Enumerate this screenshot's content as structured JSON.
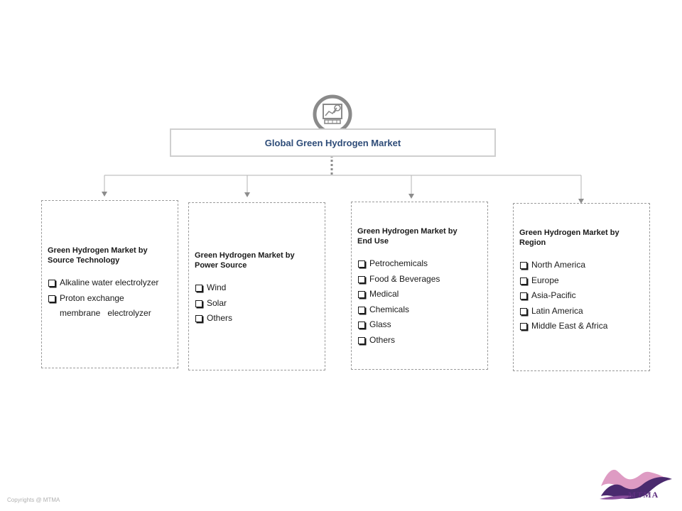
{
  "root": {
    "title": "Global Green Hydrogen Market",
    "icon": "market-analysis-icon"
  },
  "segments": [
    {
      "title": "Green Hydrogen Market by\n Source Technology",
      "items": [
        "Alkaline water electrolyzer",
        "Proton exchange membrane   electrolyzer"
      ]
    },
    {
      "title": "Green Hydrogen Market by\nPower Source",
      "items": [
        "Wind",
        "Solar",
        "Others"
      ]
    },
    {
      "title": "Green Hydrogen Market by\nEnd Use",
      "items": [
        "Petrochemicals",
        "Food & Beverages",
        "Medical",
        "Chemicals",
        "Glass",
        "Others"
      ]
    },
    {
      "title": "Green Hydrogen Market by\nRegion",
      "items": [
        "North America",
        "Europe",
        "Asia-Pacific",
        "Latin America",
        "Middle East & Africa"
      ]
    }
  ],
  "footer": {
    "copyright": "Copyrights @ MTMA",
    "logo_text": "MTMA"
  },
  "colors": {
    "title_blue": "#2e4c78",
    "connector_gray": "#a6a6a6",
    "logo_purple": "#5c2d7e",
    "logo_pink": "#d889b8"
  }
}
